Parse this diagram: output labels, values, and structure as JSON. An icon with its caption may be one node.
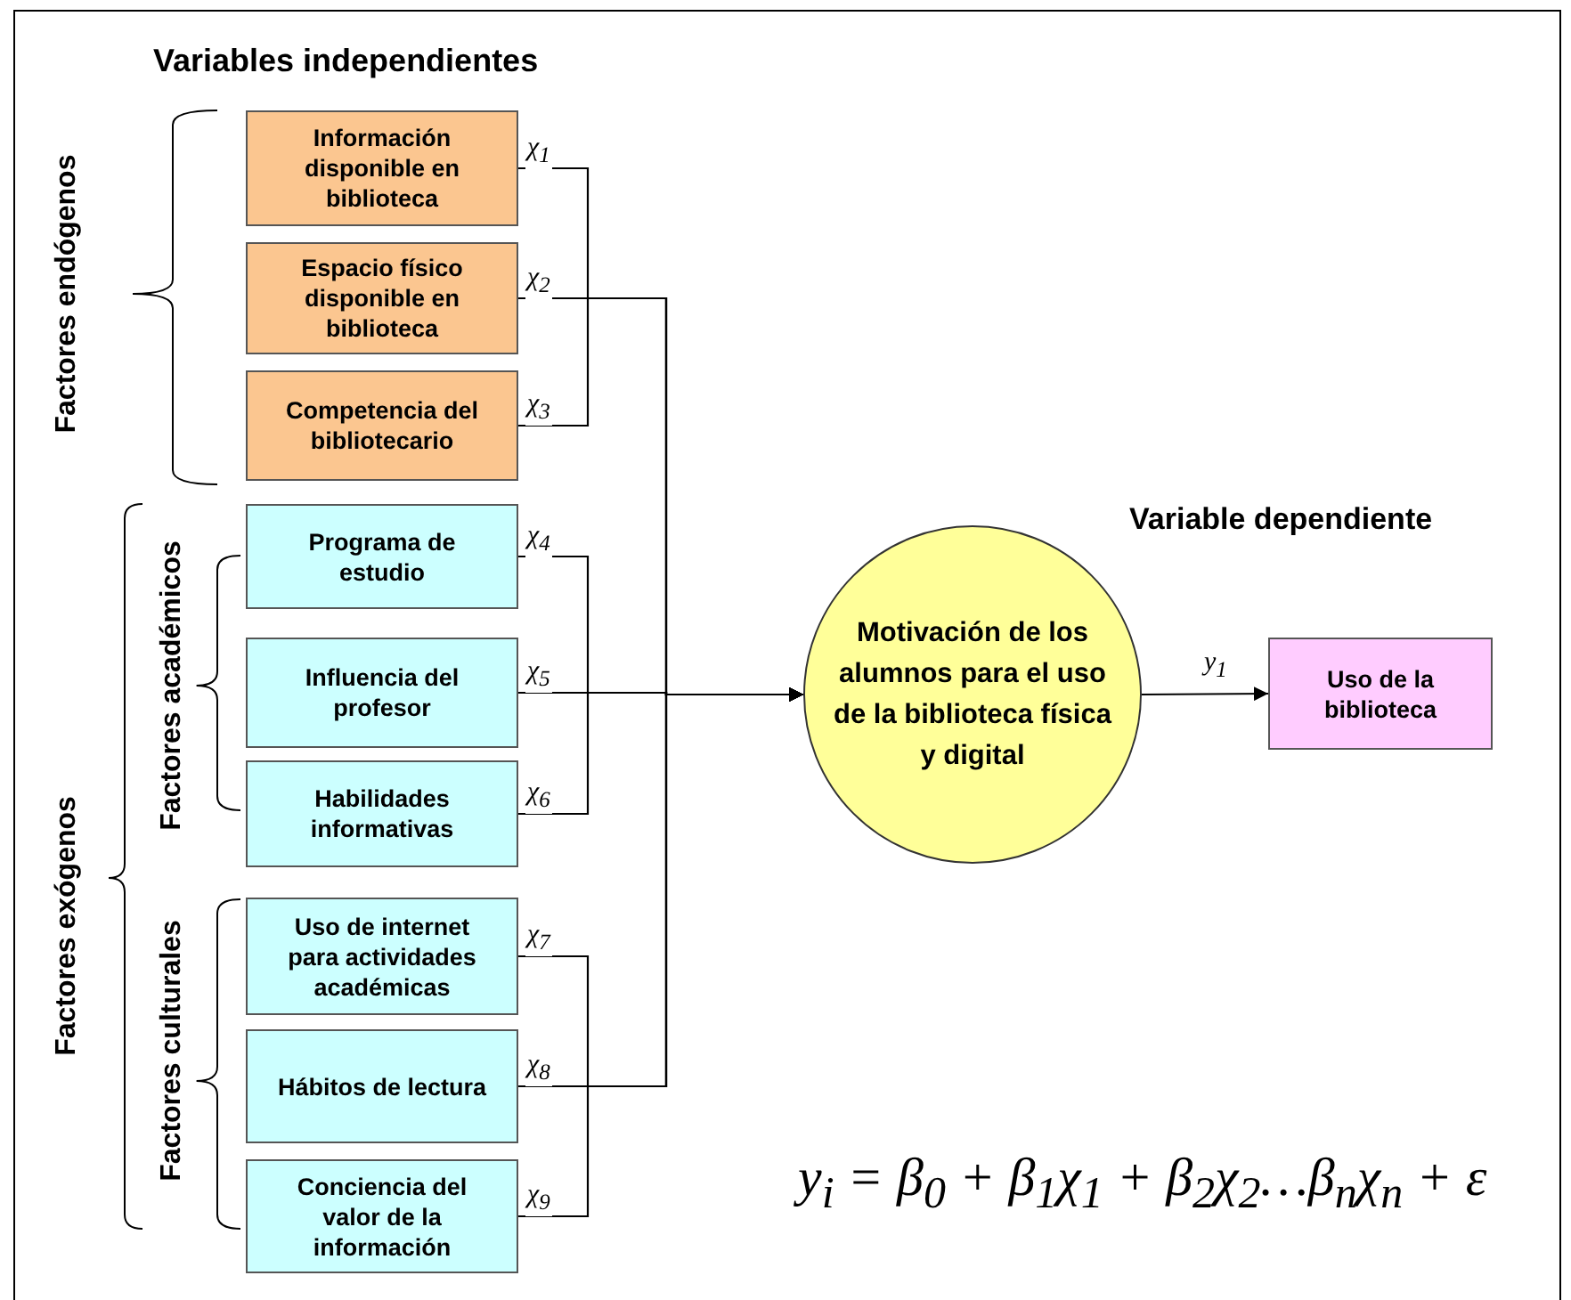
{
  "diagram": {
    "nodes": [
      {
        "text": [
          "Información disponible en biblioteca"
        ]
      },
      {
        "text": [
          "Espacio físico disponible en biblioteca"
        ]
      },
      {
        "text": [
          "Competencia del bibliotecario"
        ]
      },
      {
        "text": [
          "Programa de estudio"
        ]
      },
      {
        "text": [
          "Influencia del profesor"
        ]
      },
      {
        "text": [
          "Habilidades informativas"
        ]
      },
      {
        "text": [
          "Uso de internet para actividades académicas"
        ]
      },
      {
        "text": [
          "Hábitos de lectura"
        ]
      },
      {
        "text": [
          "Conciencia del valor de la información"
        ]
      },
      {
        "text": [
          "Motivación de los alumnos para el uso de la biblioteca física y digital"
        ]
      },
      {
        "text": [
          "Uso de la biblioteca"
        ]
      }
    ],
    "edges": [
      {
        "from": 0,
        "to": 9,
        "arrow": "to",
        "label": "χ$_{1}$"
      },
      {
        "from": 1,
        "to": 9,
        "arrow": "to",
        "label": "χ$_{2}$"
      },
      {
        "from": 2,
        "to": 9,
        "arrow": "to",
        "label": "χ$_{3}$"
      },
      {
        "from": 3,
        "to": 9,
        "arrow": "to",
        "label": "χ$_{4}$"
      },
      {
        "from": 4,
        "to": 9,
        "arrow": "to",
        "label": "χ$_{5}$"
      },
      {
        "from": 5,
        "to": 9,
        "arrow": "to",
        "label": "χ$_{6}$"
      },
      {
        "from": 6,
        "to": 9,
        "arrow": "to",
        "label": "χ$_{7}$"
      },
      {
        "from": 7,
        "to": 9,
        "arrow": "to",
        "label": "χ$_{8}$"
      },
      {
        "from": 8,
        "to": 9,
        "arrow": "to",
        "label": "χ$_{9}$"
      },
      {
        "from": 9,
        "to": 10,
        "arrow": "to",
        "label": "y$_{1}$"
      }
    ],
    "labels": [
      "Variables independientes",
      "Factores endógenos",
      "Factores exógenos",
      "Factores académicos",
      "Factores culturales",
      "Variable dependiente",
      "y$_{i}$ = β$_{0}$ + β$_{1}$χ$_{1}$ + β$_{2}$χ$_{2}$…β$_{n}$χ$_{n}$ + ε"
    ]
  }
}
